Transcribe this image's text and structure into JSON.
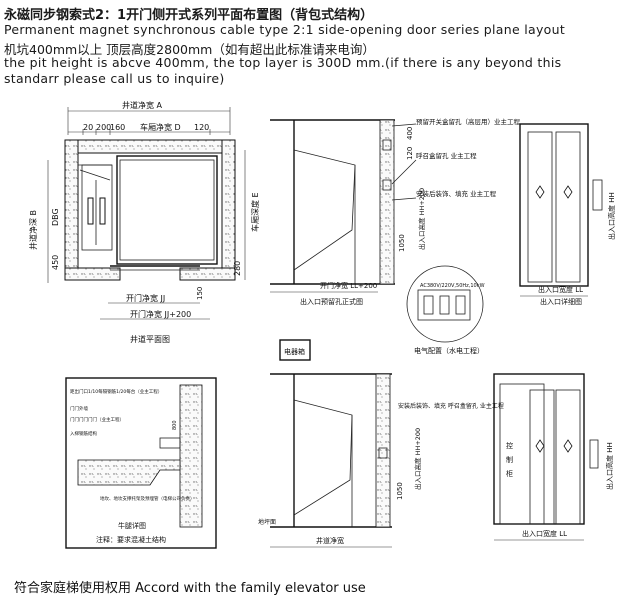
{
  "header": {
    "title_cn": "永磁同步钢索式2：1开门侧开式系列平面布置图（背包式结构）",
    "title_en": "Permanent magnet synchronous cable type 2:1 side-opening door series plane layout",
    "pit_cn": "机坑400mm以上 顶层高度2800mm（如有超出此标准请来电询）",
    "pit_en1": "the pit height is abcve 400mm, the top layer is 300D mm.(if there is any beyond this",
    "pit_en2": "standarr please call us to inquire)"
  },
  "plan": {
    "shaft_width": "井道净宽 A",
    "dims_top": [
      "20",
      "200",
      "160",
      "车厢净宽 D",
      "120"
    ],
    "car_depth": "车厢深度 E",
    "shaft_depth": "井道净深 B",
    "dbg": "DBG",
    "dim_450": "450",
    "dim_280": "280",
    "door_width": "开门净宽 JJ",
    "dim_150": "150",
    "door_width_plus": "开门净宽 JJ+200",
    "caption": "井道平面图"
  },
  "front_view": {
    "dims": [
      "400",
      "120",
      "1050"
    ],
    "ll": "开门净宽 LL+200",
    "hh": "出入口高度 HH+200",
    "notes": [
      "预留开关盒留孔（高层用）业主工程",
      "呼召盒留孔 业主工程",
      "安装后装饰、填充 业主工程"
    ],
    "caption": "出入口预留孔正式图"
  },
  "door_detail": {
    "ll": "出入口宽度 LL",
    "hh": "出入口高度 HH",
    "caption": "出入口详细图"
  },
  "electric": {
    "label": "AC380V/220V,50Hz,10kW",
    "caption": "电气配置（水电工程）"
  },
  "pit_detail": {
    "notes": [
      "距出门口1/10每隔钢筋1/20每台（业主工程）",
      "门门外墙",
      "门门门门门门（业主工程）",
      "入梯钢筋结构",
      "地坎、地坎支撑托架及预埋管（电梯公司负责）"
    ],
    "dim": "800",
    "caption": "牛腿详图",
    "note": "注释：要求混凝土结构"
  },
  "control_box": "电器箱",
  "front_view2": {
    "notes": [
      "安装后装饰、填充 呼召盒留孔 业主工程"
    ],
    "hh": "出入口高度 HH+200",
    "dims": [
      "1050"
    ],
    "ground": "地坪面",
    "width": "井道净宽"
  },
  "door_detail2": {
    "panel": "控制柜",
    "ll": "出入口宽度 LL",
    "hh": "出入口高度 HH"
  },
  "footer": "符合家庭梯使用权用 Accord with the family elevator use"
}
